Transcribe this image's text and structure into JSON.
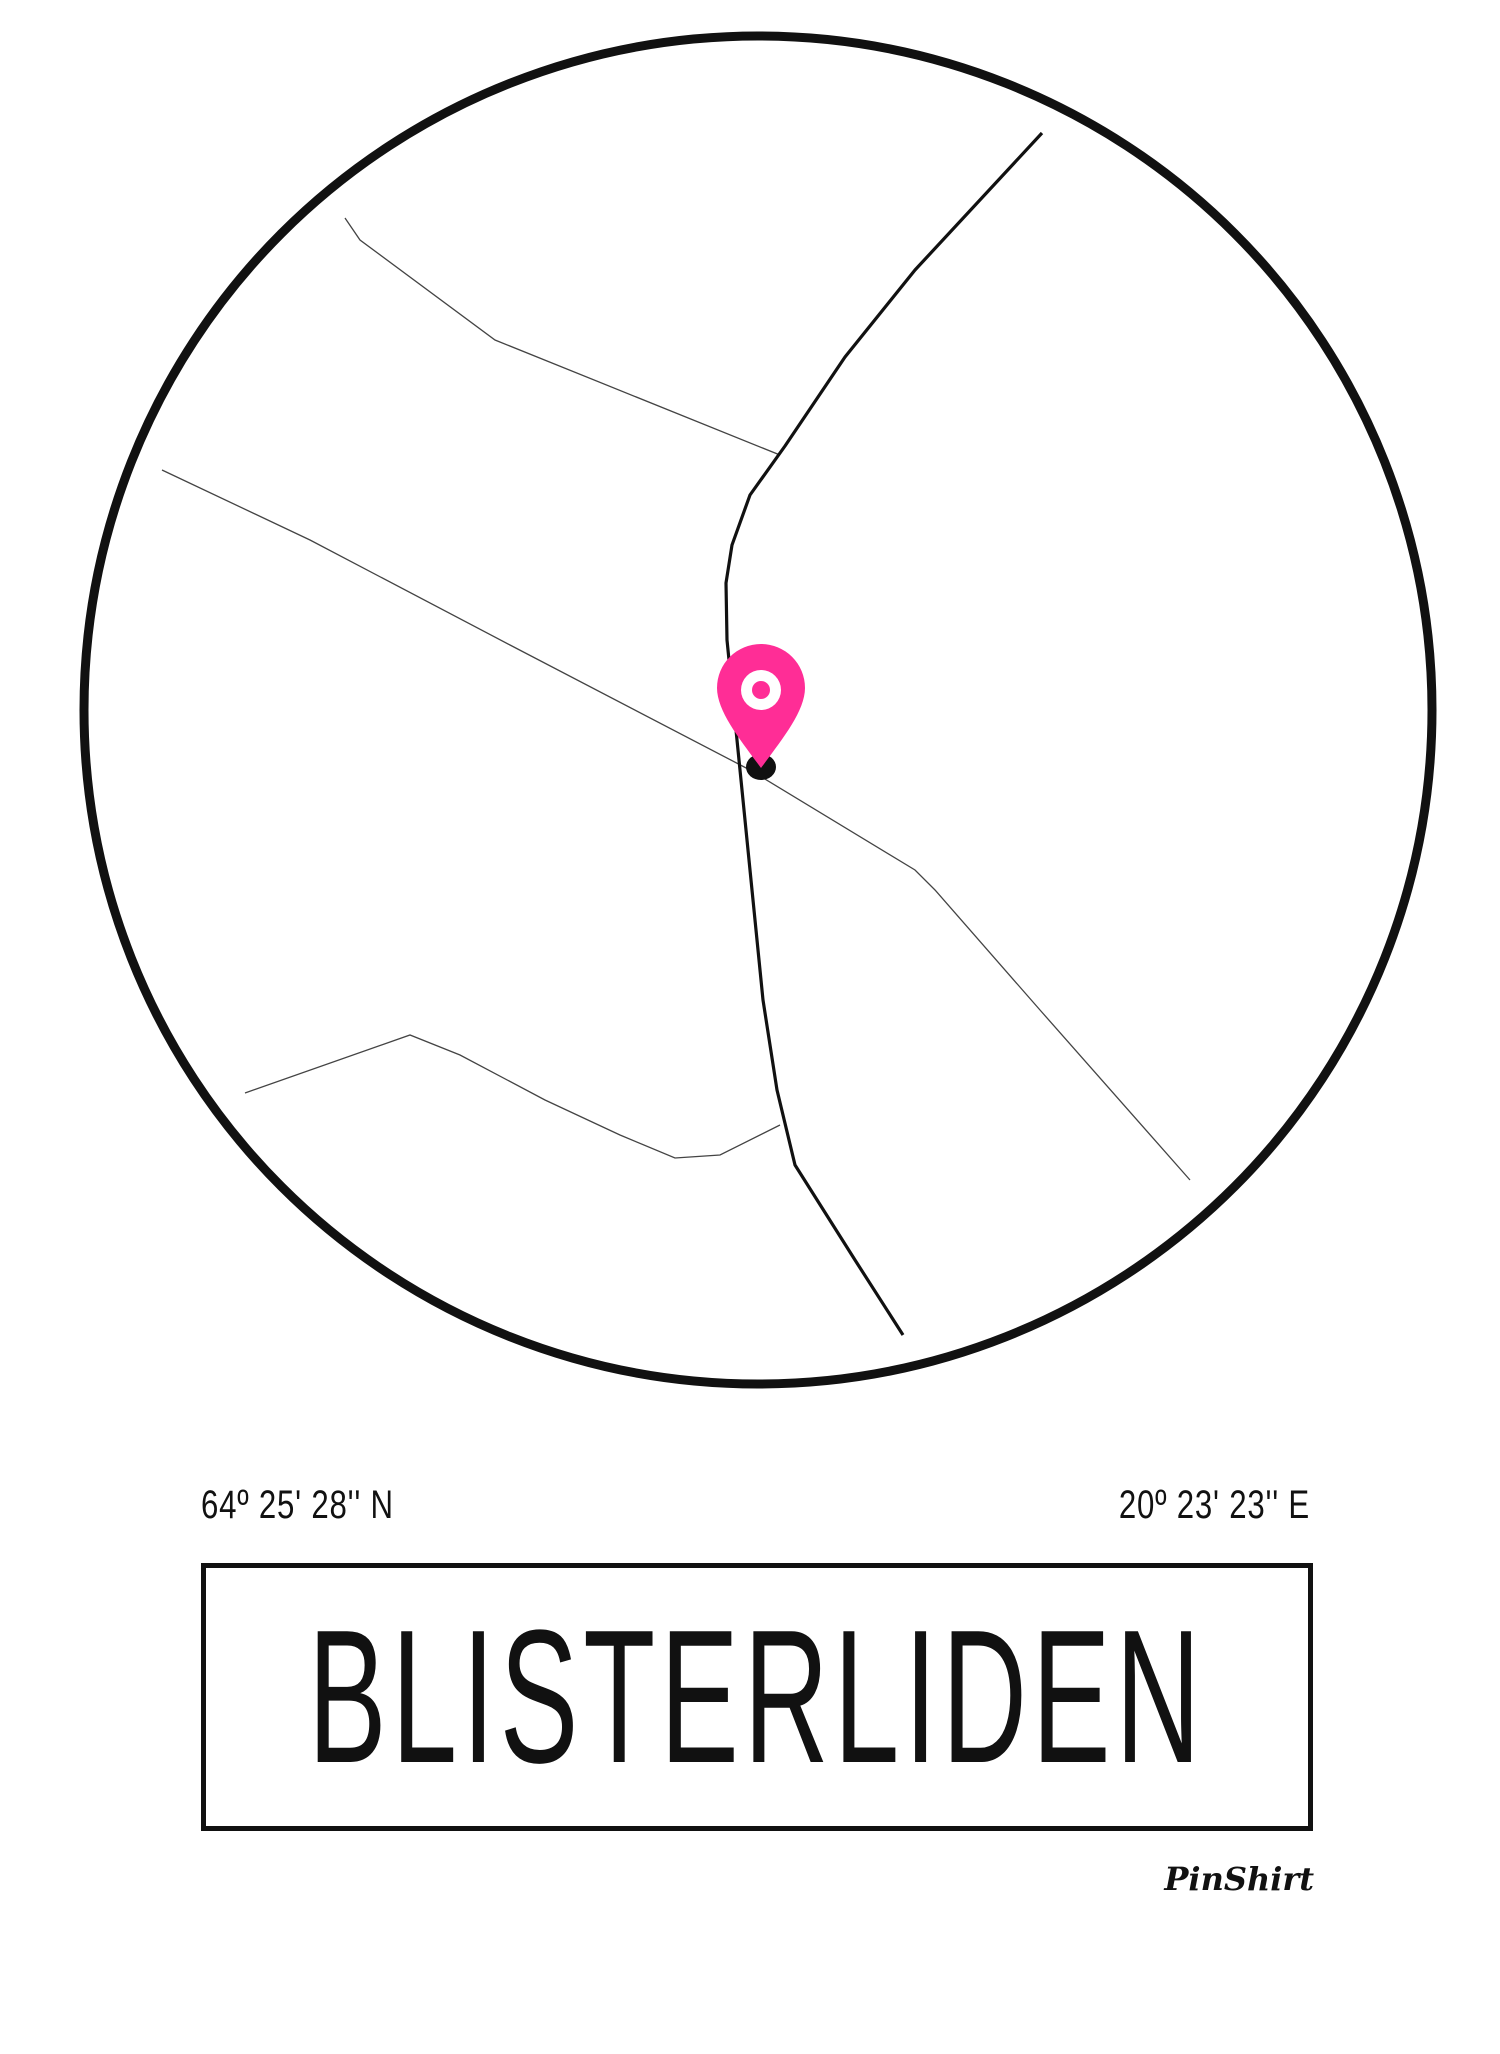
{
  "map": {
    "marker_color": "#ff2d96",
    "marker_icon": "map-pin-icon"
  },
  "coordinates": {
    "latitude": "64º 25' 28'' N",
    "longitude": "20º 23' 23'' E"
  },
  "place_name": "BLISTERLIDEN",
  "brand": "PinShirt"
}
